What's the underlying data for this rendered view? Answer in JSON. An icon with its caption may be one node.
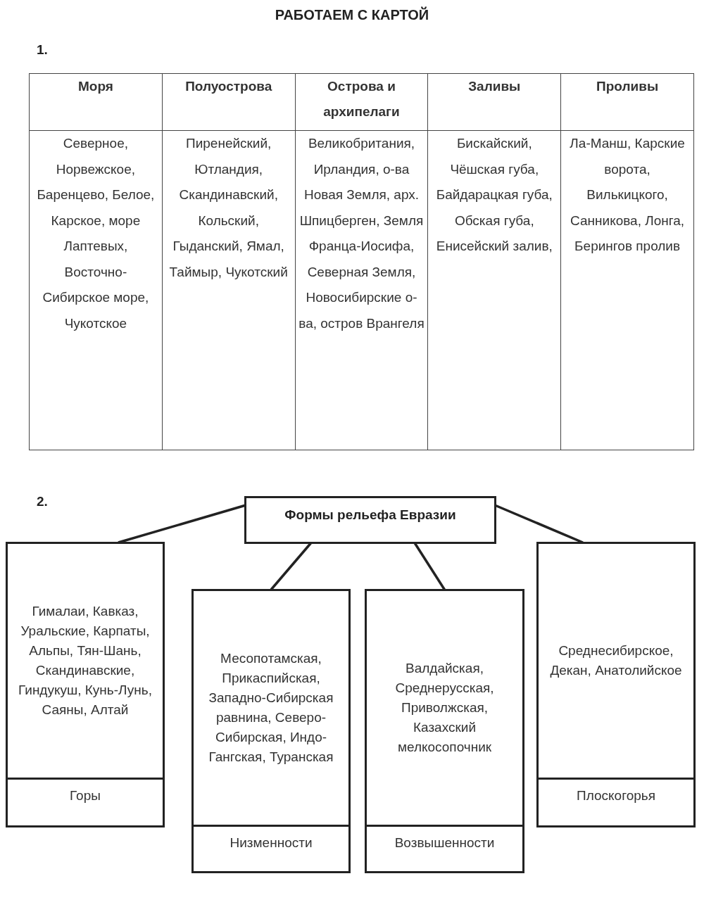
{
  "diagram": {
    "title": "РАБОТАЕМ С КАРТОЙ",
    "nodes": [
      {
        "text": [
          "Формы рельефа Евразии"
        ]
      },
      {
        "text": [
          "Гималаи, Кавказ, Уральские, Карпаты, Альпы, Тян-Шань, Скандинавские, Гиндукуш, Кунь-Лунь, Саяны, Алтай",
          "Горы"
        ]
      },
      {
        "text": [
          "Месопотамская, Прикаспийская, Западно-Сибирская равнина, Северо-Сибирская, Индо-Гангская, Туранская",
          "Низменности"
        ]
      },
      {
        "text": [
          "Валдайская, Среднерусская, Приволжская, Казахский мелкосопочник",
          "Возвышенности"
        ]
      },
      {
        "text": [
          "Среднесибирское, Декан, Анатолийское",
          "Плоскогорья"
        ]
      }
    ],
    "edges": [
      {
        "from": 0,
        "to": 1,
        "arrow": "none"
      },
      {
        "from": 0,
        "to": 2,
        "arrow": "none"
      },
      {
        "from": 0,
        "to": 3,
        "arrow": "none"
      },
      {
        "from": 0,
        "to": 4,
        "arrow": "none"
      }
    ],
    "labels": [
      "1.",
      "Моря",
      "Полуострова",
      "Острова и архипелаги",
      "Заливы",
      "Проливы",
      "Северное, Норвежское, Баренцево, Белое, Карское, море Лаптевых, Восточно-Сибирское море, Чукотское",
      "Пиренейский, Ютландия, Скандинавский, Кольский, Гыданский, Ямал, Таймыр, Чукотский",
      "Великобритания, Ирландия, о-ва Новая Земля, арх. Шпицберген, Земля Франца-Иосифа, Северная Земля, Новосибирские о-ва, остров Врангеля",
      "Бискайский, Чёшская губа, Байдарацкая губа, Обская губа, Енисейский залив,",
      "Ла-Манш, Карские ворота, Вилькицкого, Санникова, Лонга, Берингов пролив",
      "2."
    ]
  }
}
